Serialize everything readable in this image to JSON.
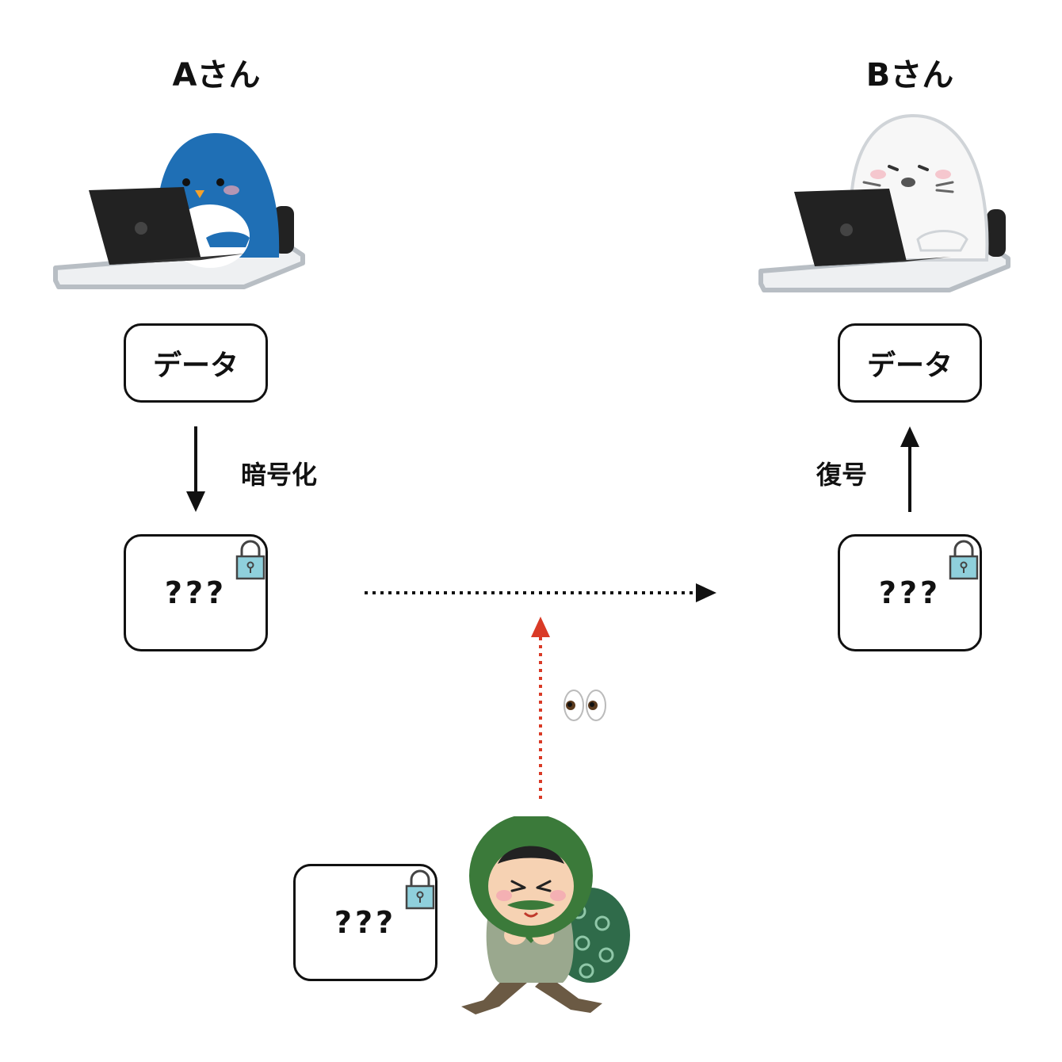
{
  "labels": {
    "person_a": "Aさん",
    "person_b": "Bさん",
    "encrypt": "暗号化",
    "decrypt": "復号"
  },
  "boxes": {
    "a_data": "データ",
    "b_data": "データ",
    "a_encrypted": "???",
    "b_encrypted": "???",
    "thief_encrypted": "???"
  },
  "icons": {
    "lock": "padlock-icon",
    "eyes": "eyes-icon"
  },
  "colors": {
    "penguin": "#1f6fb5",
    "seal": "#f4f4f4",
    "thief_hood": "#3b7a3a",
    "intercept_arrow": "#d93a26",
    "lock_fill": "#8fd0dc"
  }
}
